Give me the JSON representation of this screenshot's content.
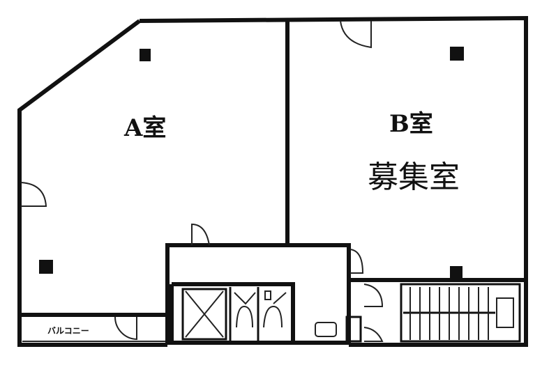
{
  "floor_plan": {
    "rooms": [
      {
        "id": "A",
        "label": "A室"
      },
      {
        "id": "B",
        "label": "B室",
        "status": "募集室"
      }
    ],
    "balcony_label": "バルコニー",
    "colors": {
      "wall": "#111111",
      "background": "#ffffff"
    }
  }
}
